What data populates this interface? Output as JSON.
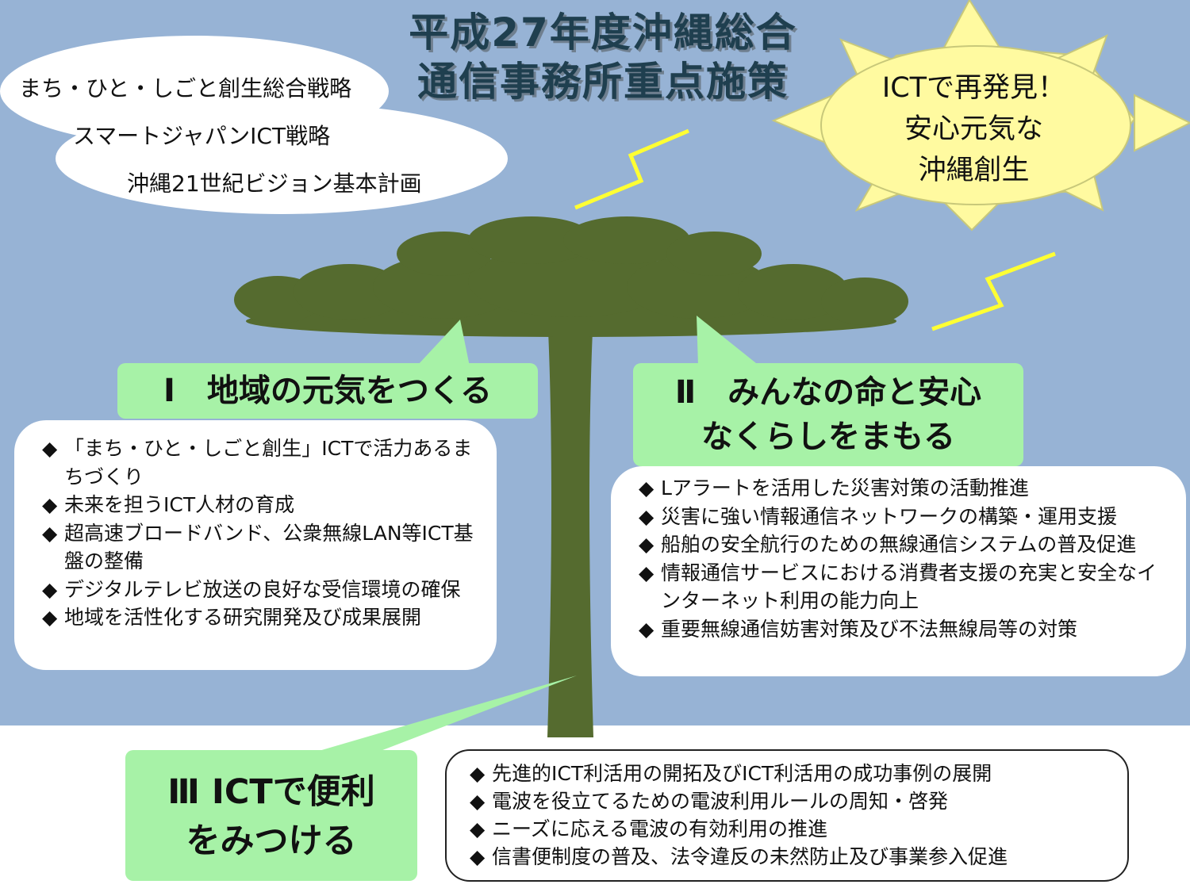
{
  "title": {
    "line1": "平成27年度沖縄総合",
    "line2": "通信事務所重点施策"
  },
  "cloud": {
    "items": [
      "まち・ひと・しごと創生総合戦略",
      "スマートジャパンICT戦略",
      "沖縄21世紀ビジョン基本計画"
    ]
  },
  "sun": {
    "lines": [
      "ICTで再発見！",
      "安心元気な",
      "沖縄創生"
    ]
  },
  "colors": {
    "sky": "#97b3d5",
    "tree": "#556b2f",
    "tag": "#a7f2a7",
    "bolt": "#ffff33",
    "sun": "#fffaa0"
  },
  "section1": {
    "label": "Ⅰ　地域の元気をつくる",
    "items": [
      "「まち・ひと・しごと創生」ICTで活力あるまちづくり",
      "未来を担うICT人材の育成",
      "超高速ブロードバンド、公衆無線LAN等ICT基盤の整備",
      "デジタルテレビ放送の良好な受信環境の確保",
      "地域を活性化する研究開発及び成果展開"
    ]
  },
  "section2": {
    "label_line1": "Ⅱ　みんなの命と安心",
    "label_line2": "なくらしをまもる",
    "items": [
      "Lアラートを活用した災害対策の活動推進",
      "災害に強い情報通信ネットワークの構築・運用支援",
      "船舶の安全航行のための無線通信システムの普及促進",
      "情報通信サービスにおける消費者支援の充実と安全なインターネット利用の能力向上",
      "重要無線通信妨害対策及び不法無線局等の対策"
    ]
  },
  "section3": {
    "label_line1": "Ⅲ ICTで便利",
    "label_line2": "をみつける",
    "items": [
      "先進的ICT利活用の開拓及びICT利活用の成功事例の展開",
      "電波を役立てるための電波利用ルールの周知・啓発",
      "ニーズに応える電波の有効利用の推進",
      "信書便制度の普及、法令違反の未然防止及び事業参入促進"
    ]
  }
}
